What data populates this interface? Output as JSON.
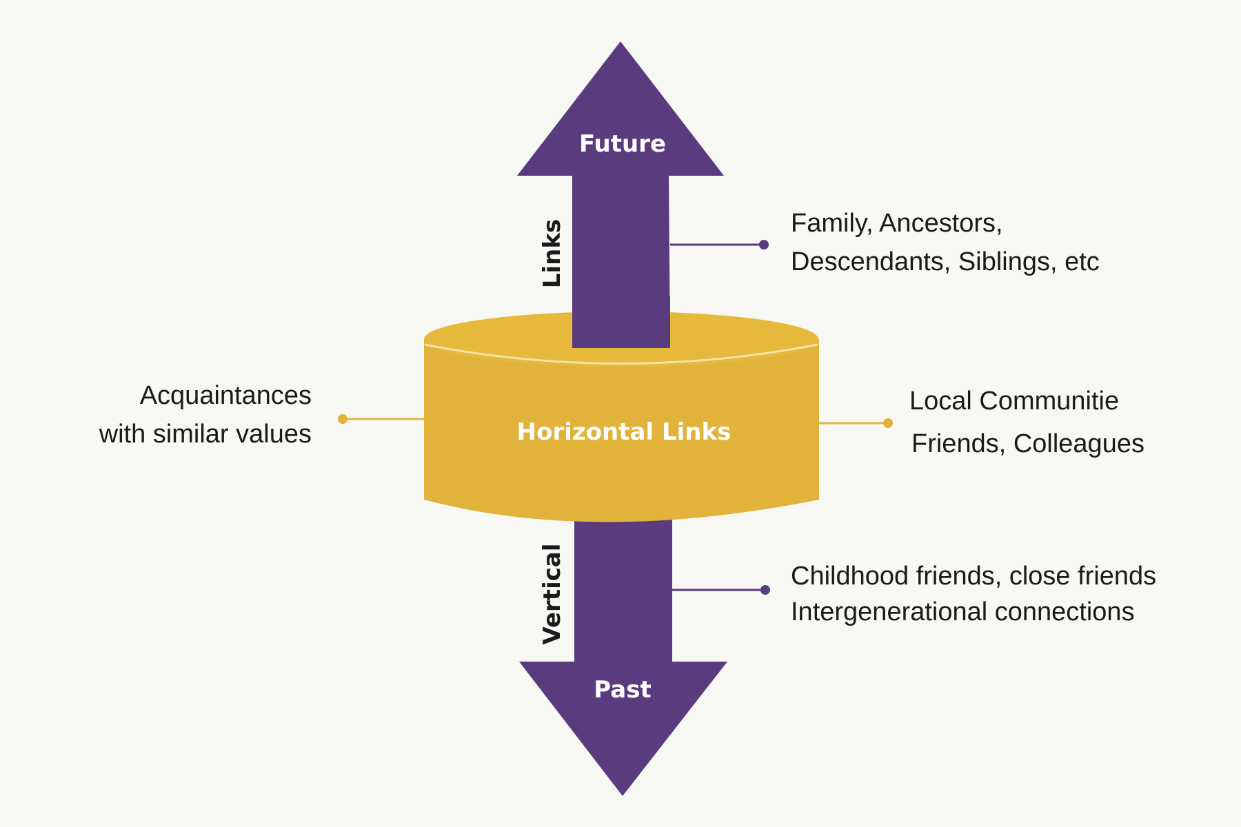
{
  "labels": {
    "future": "Future",
    "past": "Past",
    "center": "Horizontal Links",
    "links": "Links",
    "vertical": "Vertical"
  },
  "callouts": {
    "top_right": [
      "Family, Ancestors,",
      "Descendants, Siblings, etc"
    ],
    "left": [
      "Acquaintances",
      "with similar values"
    ],
    "mid_right": [
      "Local Communitie",
      "Friends, Colleagues"
    ],
    "bottom_right": [
      "Childhood friends, close friends",
      "Intergenerational connections"
    ]
  },
  "colors": {
    "arrow": "#593b7e",
    "cylinder": "#e2b33a",
    "cylinder_top": "#e6b83c",
    "background": "#f7f7f3",
    "vertical_connector": "#593b7e",
    "horizontal_connector": "#e2b33a"
  }
}
